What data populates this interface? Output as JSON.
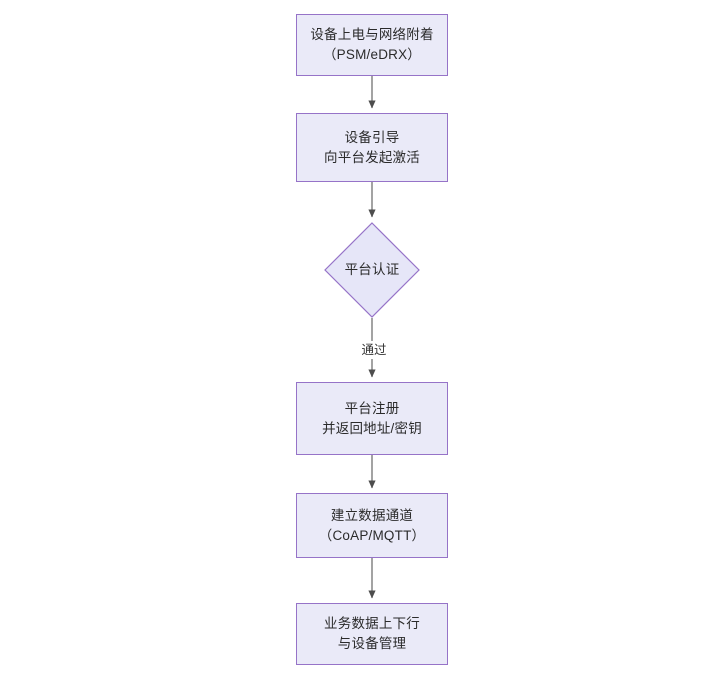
{
  "diagram": {
    "type": "flowchart",
    "orientation": "top-to-bottom",
    "background_color": "#ffffff",
    "node_fill_color": "#eaeaf8",
    "node_border_color": "#9673c8",
    "text_color": "#2b2b2b",
    "edge_color": "#666666",
    "nodes": [
      {
        "id": "n1",
        "shape": "rect",
        "lines": [
          "设备上电与网络附着",
          "（PSM/eDRX）"
        ]
      },
      {
        "id": "n2",
        "shape": "rect",
        "lines": [
          "设备引导",
          "向平台发起激活"
        ]
      },
      {
        "id": "n3",
        "shape": "diamond",
        "lines": [
          "平台认证"
        ]
      },
      {
        "id": "n4",
        "shape": "rect",
        "lines": [
          "平台注册",
          "并返回地址/密钥"
        ]
      },
      {
        "id": "n5",
        "shape": "rect",
        "lines": [
          "建立数据通道",
          "（CoAP/MQTT）"
        ]
      },
      {
        "id": "n6",
        "shape": "rect",
        "lines": [
          "业务数据上下行",
          "与设备管理"
        ]
      }
    ],
    "edges": [
      {
        "id": "e1",
        "from": "n1",
        "to": "n2",
        "label": ""
      },
      {
        "id": "e2",
        "from": "n2",
        "to": "n3",
        "label": ""
      },
      {
        "id": "e3",
        "from": "n3",
        "to": "n4",
        "label": "通过"
      },
      {
        "id": "e4",
        "from": "n4",
        "to": "n5",
        "label": ""
      },
      {
        "id": "e5",
        "from": "n5",
        "to": "n6",
        "label": ""
      }
    ]
  }
}
